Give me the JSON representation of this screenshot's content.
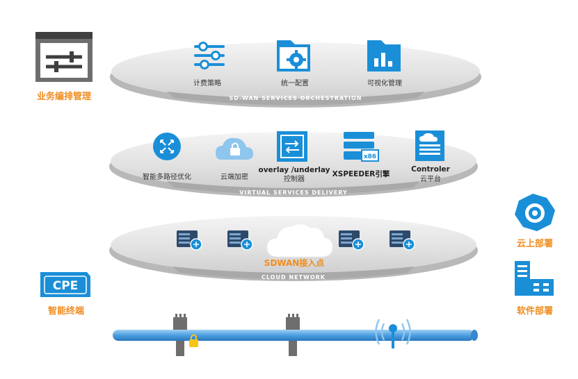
{
  "left": {
    "mgmt_label": "业务编排管理",
    "cpe_text": "CPE",
    "cpe_label": "智能终端"
  },
  "right": {
    "cloud_label": "云上部署",
    "software_label": "软件部署"
  },
  "layer1": {
    "band": "SD-WAN SERVICES ORCHESTRATION",
    "items": [
      "计费策略",
      "统一配置",
      "可视化管理"
    ]
  },
  "layer2": {
    "band": "VIRTUAL  SERVICES DELIVERY",
    "items": [
      "智能多路径优化",
      "云端加密",
      "overlay /underlay",
      "控制器",
      "XSPEEDER引擎",
      "x86",
      "Controler",
      "云平台"
    ]
  },
  "layer3": {
    "band": "CLOUD NETWORK",
    "label": "SDWAN接入点"
  },
  "colors": {
    "blue": "#1a8fd8",
    "orange": "#f08c1e",
    "disc": "#e2e2e2",
    "band": "#a9a9a9",
    "pipe": "#5aa6e0"
  }
}
